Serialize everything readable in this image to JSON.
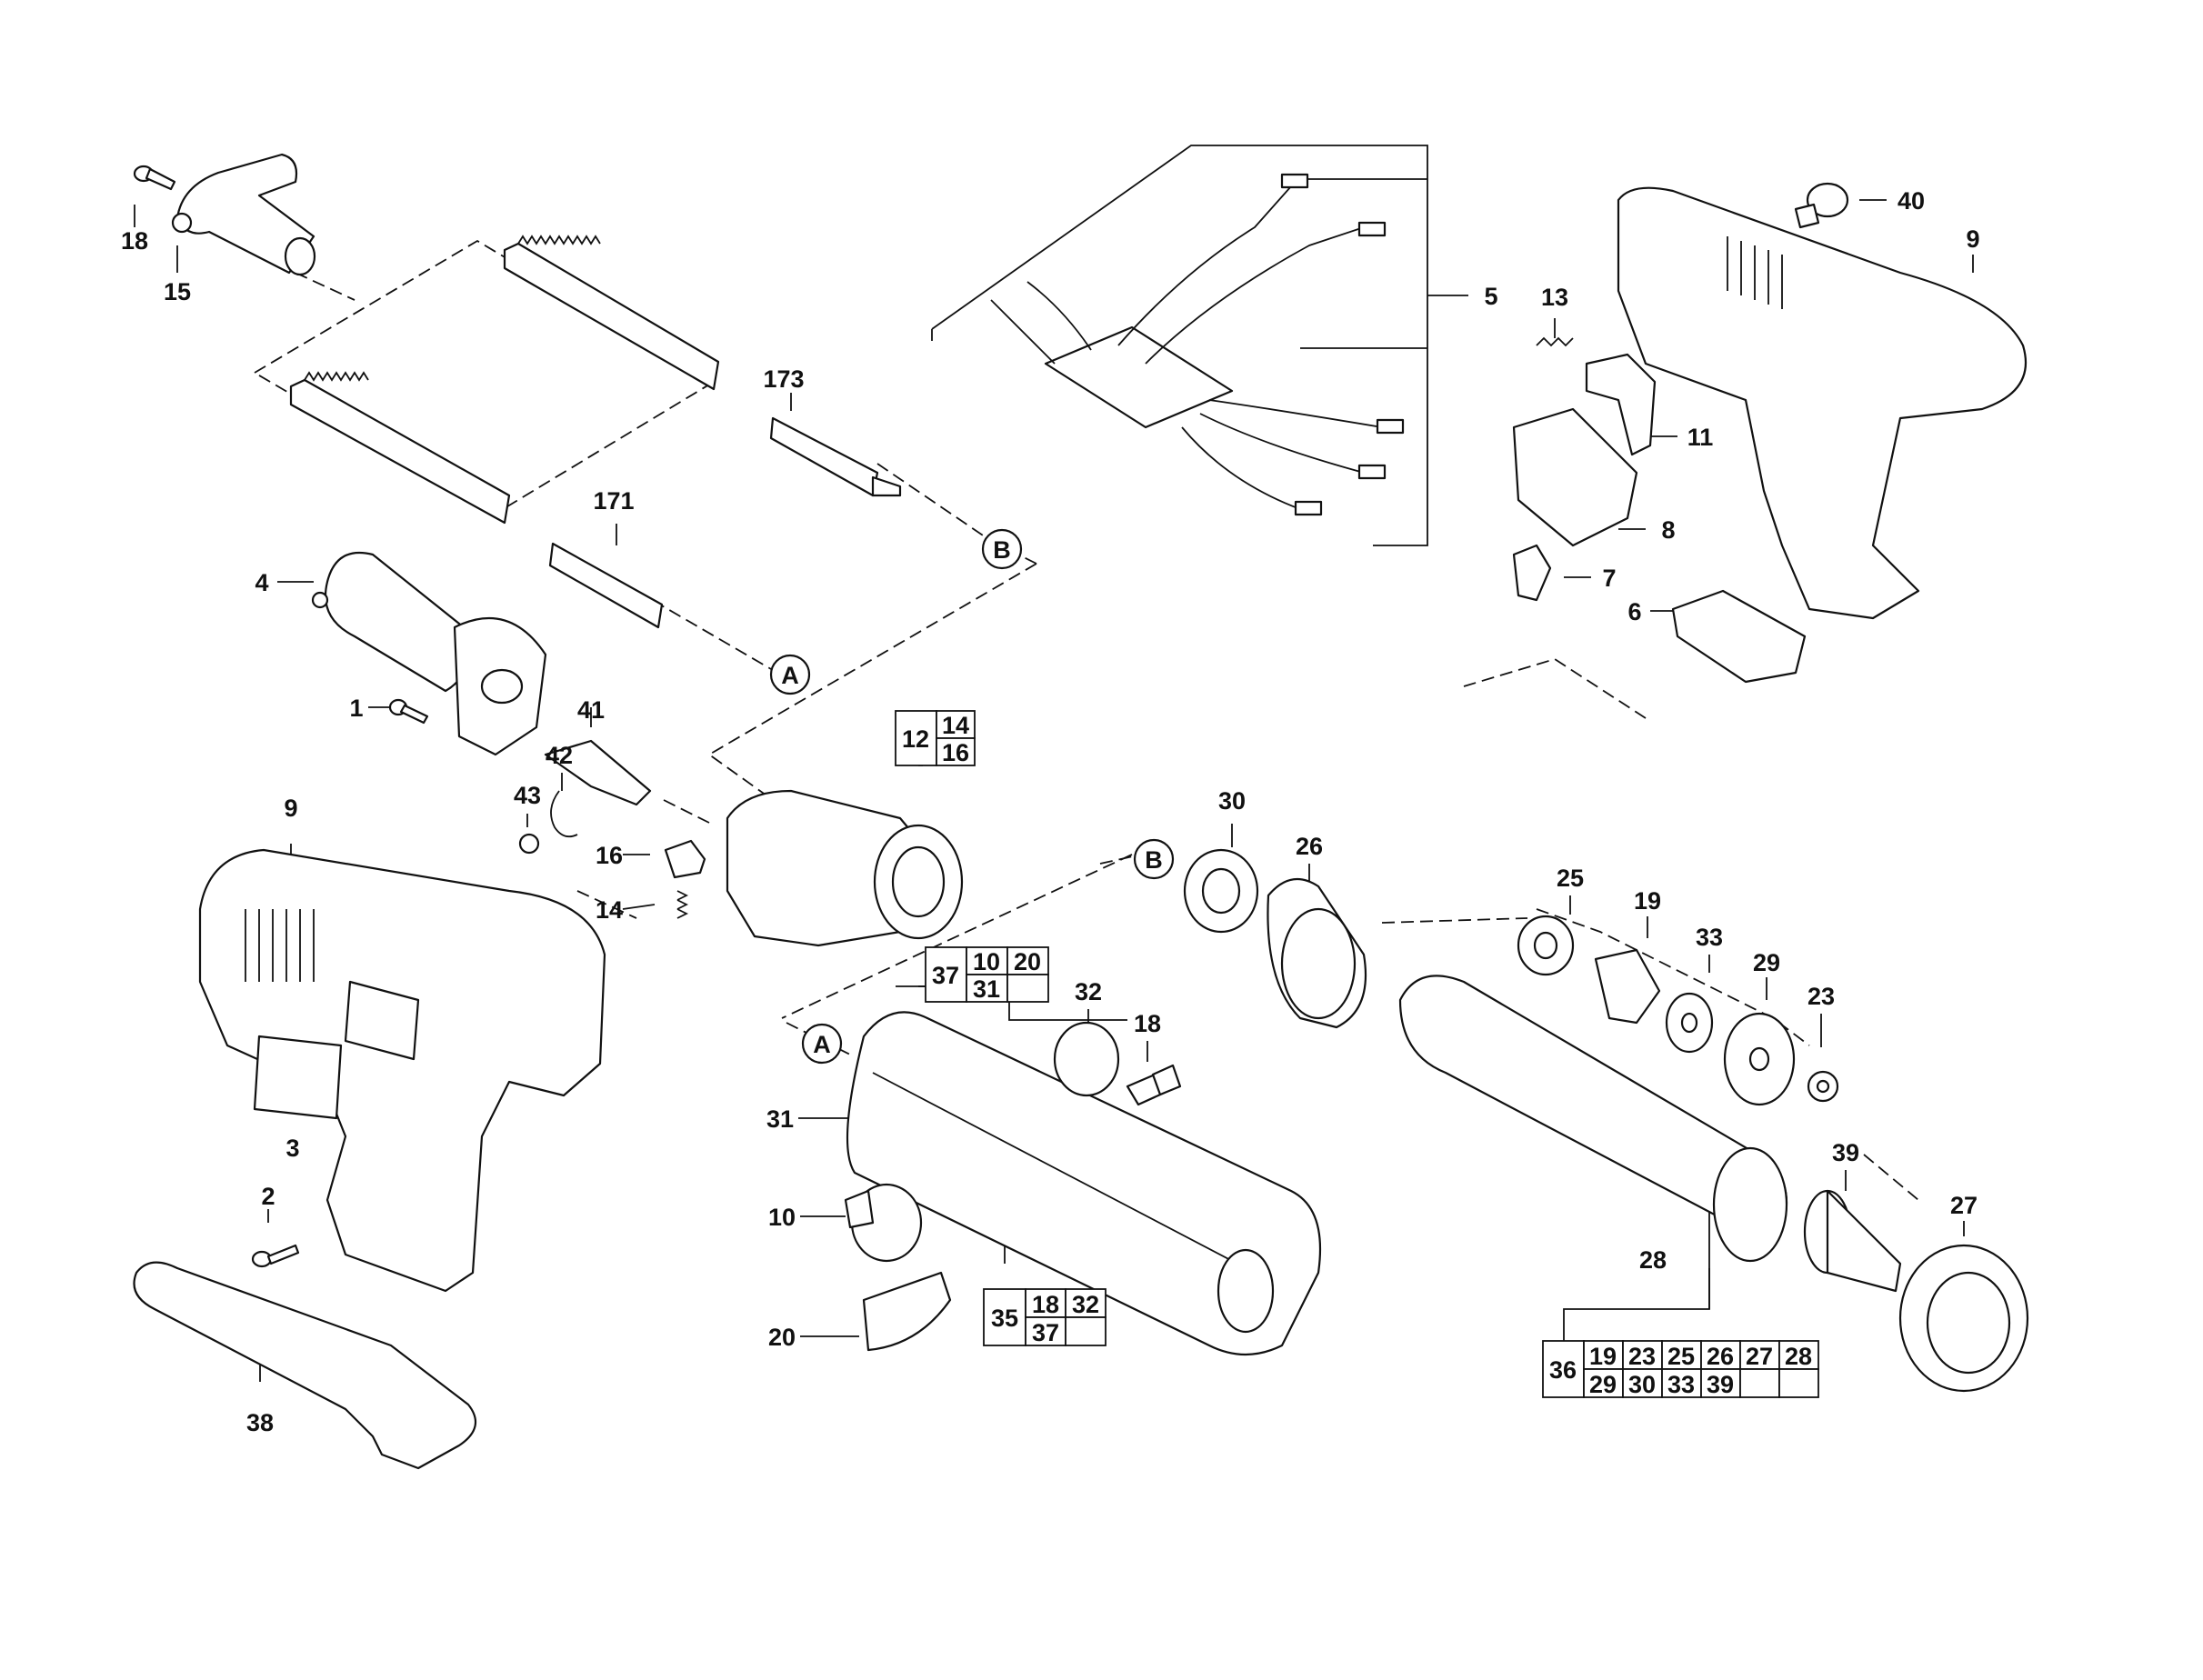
{
  "labels": {
    "l18a": "18",
    "l15": "15",
    "l173": "173",
    "l171": "171",
    "l4": "4",
    "l1": "1",
    "l41": "41",
    "l42": "42",
    "l43": "43",
    "l16": "16",
    "l14": "14",
    "l9a": "9",
    "l3": "3",
    "l2": "2",
    "l38": "38",
    "l5": "5",
    "l40": "40",
    "l9b": "9",
    "l13": "13",
    "l11": "11",
    "l8": "8",
    "l7": "7",
    "l6": "6",
    "l30": "30",
    "l26": "26",
    "l25": "25",
    "l19": "19",
    "l33": "33",
    "l29": "29",
    "l23": "23",
    "l32": "32",
    "l18b": "18",
    "l31": "31",
    "l10": "10",
    "l20": "20",
    "l39": "39",
    "l27": "27",
    "l28": "28"
  },
  "connectors": {
    "a_top": "A",
    "b_top": "B",
    "a_bottom": "A",
    "b_bottom": "B"
  },
  "tables": {
    "t12": {
      "head": "12",
      "cells": [
        "14",
        "16"
      ]
    },
    "t37": {
      "head": "37",
      "cells": [
        "10",
        "20",
        "31",
        ""
      ]
    },
    "t35": {
      "head": "35",
      "cells": [
        "18",
        "32",
        "37",
        ""
      ]
    },
    "t36": {
      "head": "36",
      "cells": [
        "19",
        "23",
        "25",
        "26",
        "27",
        "28",
        "29",
        "30",
        "33",
        "39",
        "",
        ""
      ]
    }
  }
}
